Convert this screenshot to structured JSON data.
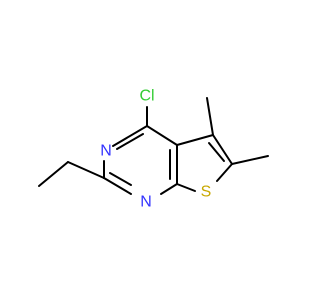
{
  "molecule": {
    "atoms": {
      "chlorine": "Cl",
      "nitrogen_top": "N",
      "nitrogen_bottom": "N",
      "sulfur": "S"
    }
  },
  "colors": {
    "bond": "#000000",
    "nitrogen": "#3333ff",
    "chlorine": "#33cc33",
    "sulfur": "#c8a800",
    "background": "#ffffff"
  }
}
